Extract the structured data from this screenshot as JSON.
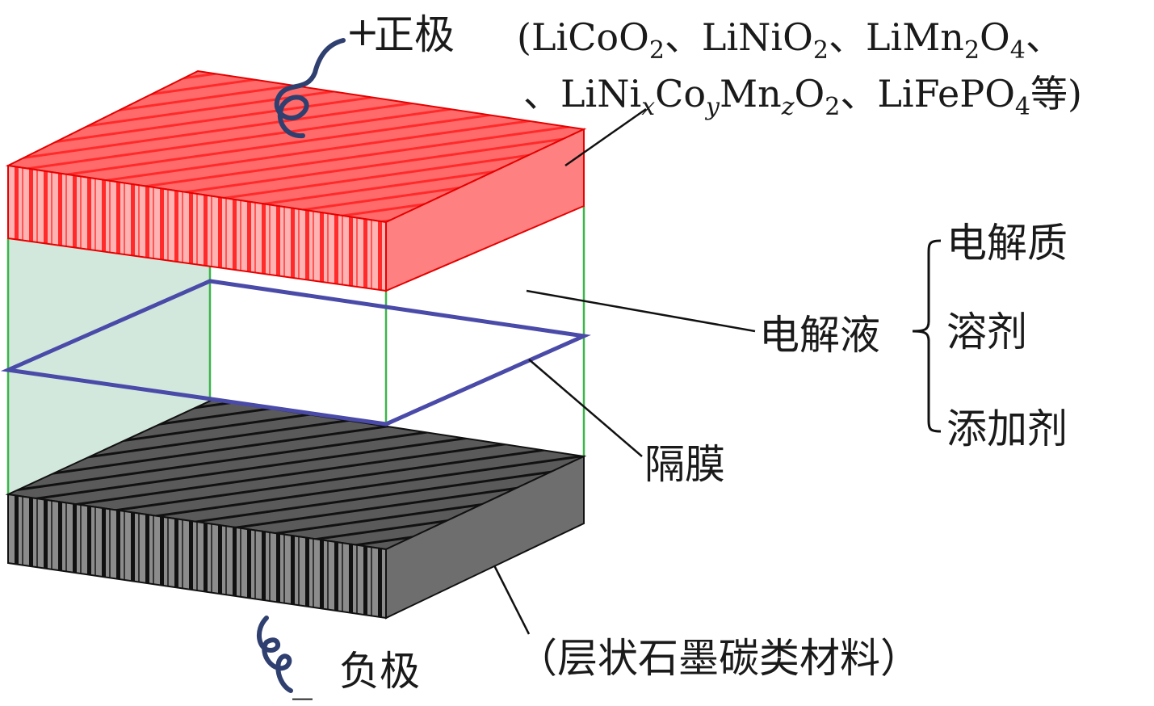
{
  "labels": {
    "positive": "正极",
    "positive_sign": "+",
    "negative": "负极",
    "negative_sign": "_",
    "separator": "隔膜",
    "electrolyte": "电解液",
    "components": [
      "电解质",
      "溶剂",
      "添加剂"
    ],
    "negative_material": "（层状石墨碳类材料）"
  },
  "positive_materials": {
    "line1": [
      "(LiCoO",
      "2",
      "、LiNiO",
      "2",
      "、LiMn",
      "2",
      "O",
      "4",
      "、"
    ],
    "line2": [
      "、LiNi",
      "x",
      "Co",
      "y",
      "Mn",
      "z",
      "O",
      "2",
      "、LiFePO",
      "4",
      "等)"
    ]
  },
  "colors": {
    "positive_electrode": "#ff2a2a",
    "negative_electrode": "#111111",
    "separator": "#4a4aa8",
    "frame": "#3cb44b",
    "electrolyte_fill": "#8fc4a8",
    "wire": "#2f3f6f"
  }
}
